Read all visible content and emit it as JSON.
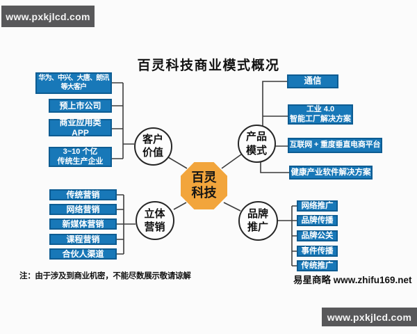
{
  "watermark": {
    "text": "www.pxkjlcd.com"
  },
  "title": "百灵科技商业模式概况",
  "hub": {
    "label": "百灵\n科技"
  },
  "branches": {
    "customer_value": {
      "label": "客户\n价值",
      "items": [
        "华为、中兴、大唐、朗讯\n等大客户",
        "预上市公司",
        "商业应用类 APP",
        "3~10 个亿\n传统生产企业"
      ]
    },
    "product_model": {
      "label": "产品\n模式",
      "items": [
        "通信",
        "工业 4.0\n智能工厂解决方案",
        "互联网 + 重度垂直电商平台",
        "健康产业软件解决方案"
      ]
    },
    "marketing": {
      "label": "立体\n营销",
      "items": [
        "传统营销",
        "网络营销",
        "新媒体营销",
        "课程营销",
        "合伙人渠道"
      ]
    },
    "brand": {
      "label": "品牌\n推广",
      "items": [
        "网络推广",
        "品牌传播",
        "品牌公关",
        "事件传播",
        "传统推广"
      ]
    }
  },
  "note": "注：由于涉及到商业机密，不能尽数展示敬请谅解",
  "credit": "易星商略 www.zhifu169.net",
  "colors": {
    "box_blue": "#1878b8",
    "box_border": "#0d5c92",
    "hub_orange": "#f2a53c",
    "watermark_gray": "#58585a",
    "line": "#3b3b3b"
  }
}
